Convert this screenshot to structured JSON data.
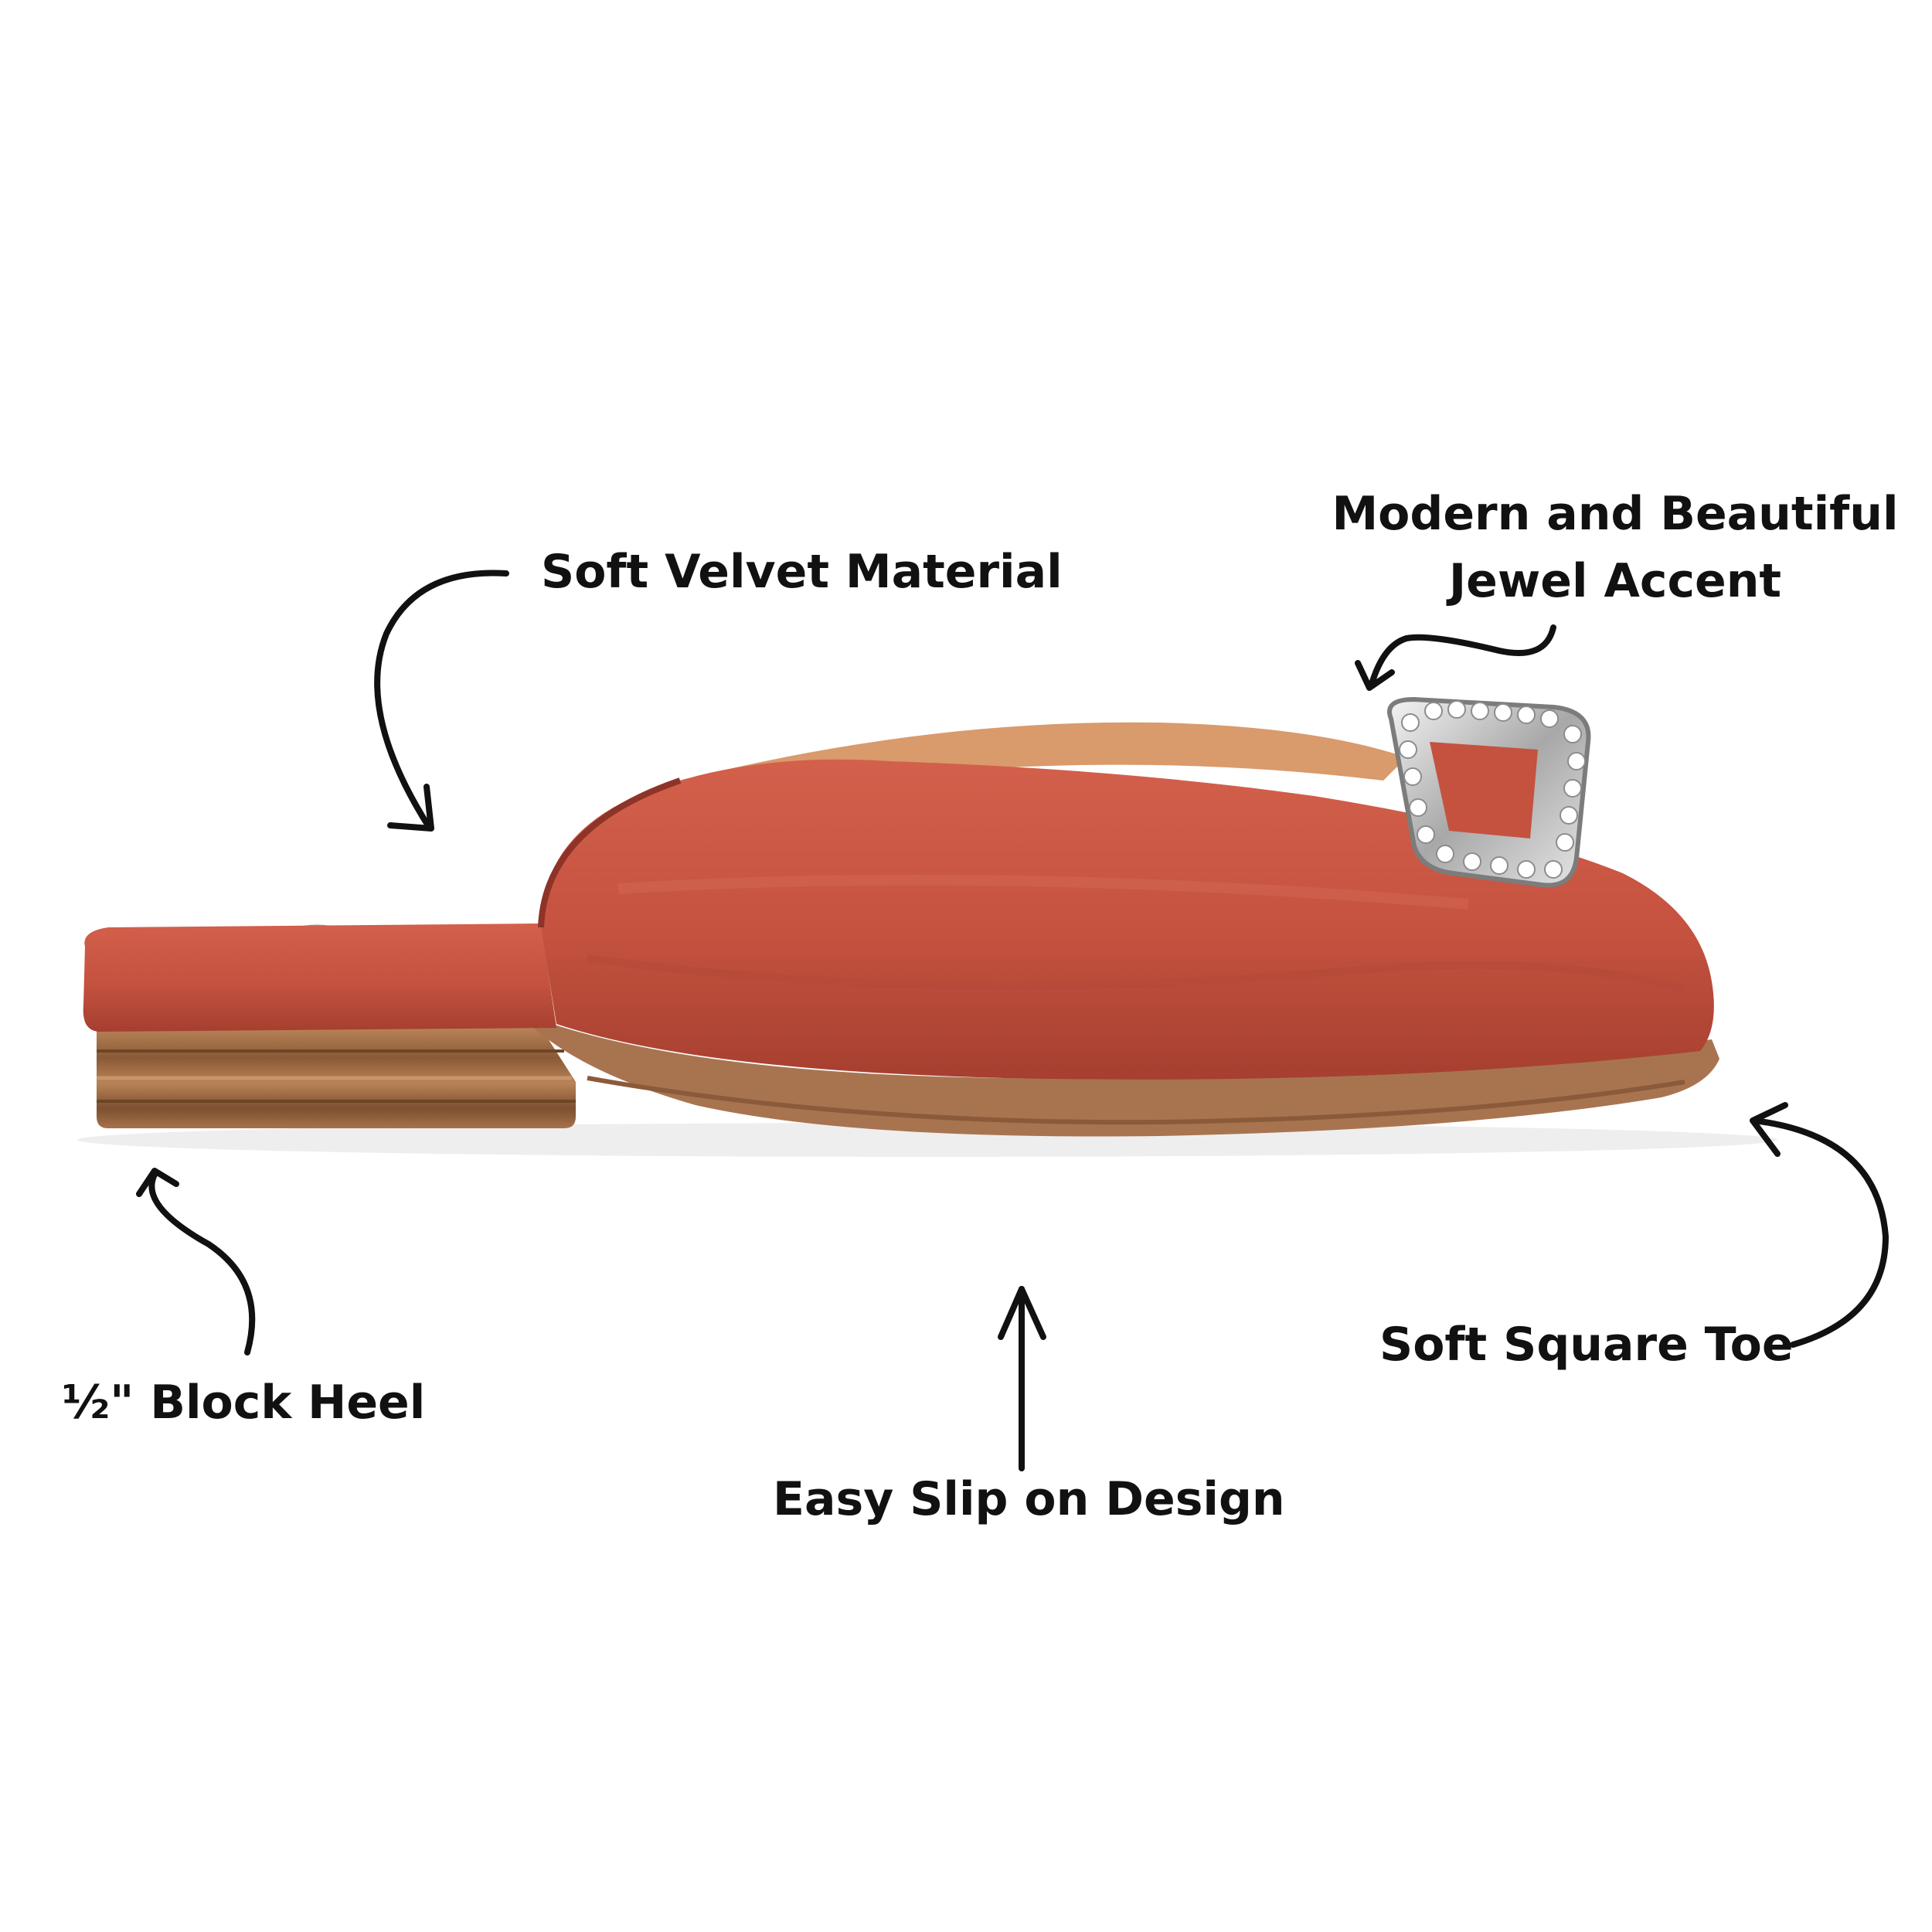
{
  "callouts": {
    "velvet": "Soft Velvet Material",
    "jewel_line1": "Modern and Beautiful",
    "jewel_line2": "Jewel Accent",
    "heel": "½\" Block Heel",
    "slip_on": "Easy Slip on Design",
    "toe": "Soft Square Toe"
  },
  "colors": {
    "velvet": "#c4523f",
    "velvet_dark": "#9e3a2c",
    "insole": "#d99a6c",
    "heel_wood": "#9a6a43",
    "sole": "#a87450",
    "jewel_metal": "#d8d8d8",
    "text": "#111111"
  }
}
